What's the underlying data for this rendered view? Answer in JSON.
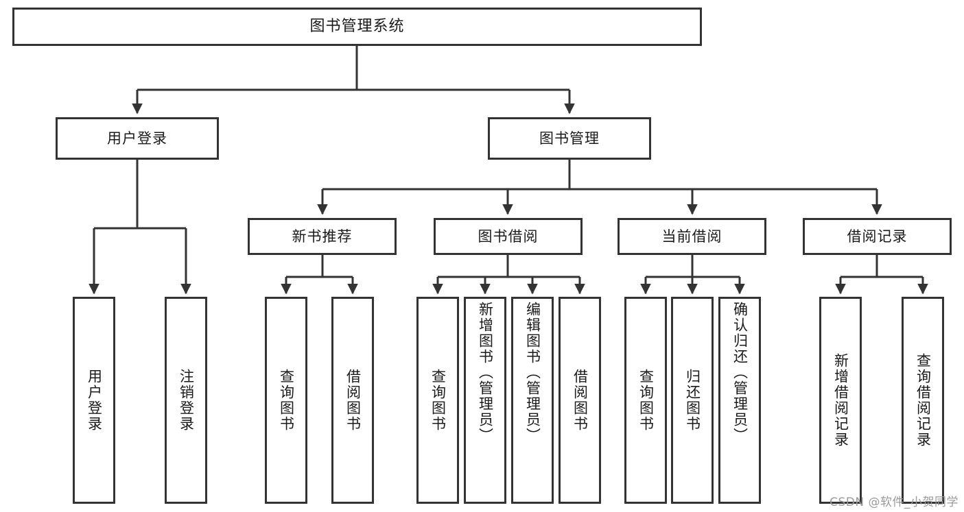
{
  "diagram": {
    "title": "图书管理系统",
    "type": "tree",
    "watermark": "CSDN @软件_小贺同学",
    "colors": {
      "stroke": "#333333",
      "fill": "#ffffff",
      "text": "#1a1a1a",
      "watermark": "#9a9a9a"
    },
    "nodes": {
      "root": {
        "label": "图书管理系统"
      },
      "level2": [
        {
          "id": "user-login",
          "label": "用户登录"
        },
        {
          "id": "book-manage",
          "label": "图书管理"
        }
      ],
      "level3": [
        {
          "id": "new-book-rec",
          "label": "新书推荐"
        },
        {
          "id": "book-borrow",
          "label": "图书借阅"
        },
        {
          "id": "current-borrow",
          "label": "当前借阅"
        },
        {
          "id": "borrow-record",
          "label": "借阅记录"
        }
      ],
      "leaves": {
        "user-login": [
          {
            "id": "leaf-user-login",
            "label": "用户登录"
          },
          {
            "id": "leaf-logout",
            "label": "注销登录"
          }
        ],
        "new-book-rec": [
          {
            "id": "leaf-query-book-1",
            "label": "查询图书"
          },
          {
            "id": "leaf-borrow-book-1",
            "label": "借阅图书"
          }
        ],
        "book-borrow": [
          {
            "id": "leaf-query-book-2",
            "label": "查询图书"
          },
          {
            "id": "leaf-add-book",
            "label": "新增图书（管理员）"
          },
          {
            "id": "leaf-edit-book",
            "label": "编辑图书（管理员）"
          },
          {
            "id": "leaf-borrow-book-2",
            "label": "借阅图书"
          }
        ],
        "current-borrow": [
          {
            "id": "leaf-query-book-3",
            "label": "查询图书"
          },
          {
            "id": "leaf-return-book",
            "label": "归还图书"
          },
          {
            "id": "leaf-confirm-return",
            "label": "确认归还（管理员）"
          }
        ],
        "borrow-record": [
          {
            "id": "leaf-add-record",
            "label": "新增借阅记录"
          },
          {
            "id": "leaf-query-record",
            "label": "查询借阅记录"
          }
        ]
      }
    }
  }
}
